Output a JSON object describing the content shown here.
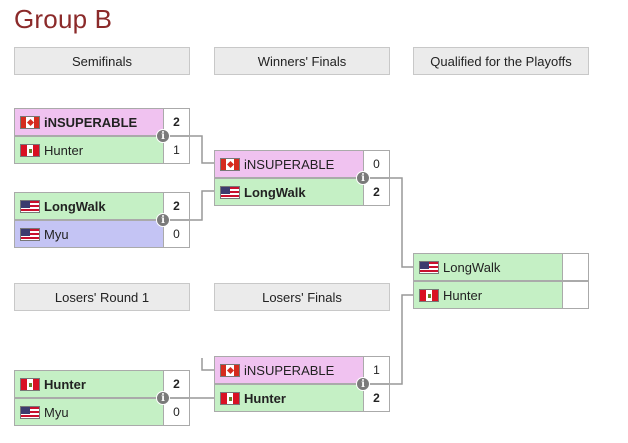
{
  "title": "Group B",
  "rounds": {
    "semifinals": "Semifinals",
    "winners_finals": "Winners' Finals",
    "qualified": "Qualified for the Playoffs",
    "losers_round1": "Losers' Round 1",
    "losers_finals": "Losers' Finals"
  },
  "matches": {
    "semi1": [
      {
        "name": "iNSUPERABLE",
        "score": "2",
        "flag": "ca",
        "winner": true,
        "color": "pink"
      },
      {
        "name": "Hunter",
        "score": "1",
        "flag": "pe",
        "winner": false,
        "color": "green"
      }
    ],
    "semi2": [
      {
        "name": "LongWalk",
        "score": "2",
        "flag": "us",
        "winner": true,
        "color": "green"
      },
      {
        "name": "Myu",
        "score": "0",
        "flag": "us",
        "winner": false,
        "color": "blue"
      }
    ],
    "winners_final": [
      {
        "name": "iNSUPERABLE",
        "score": "0",
        "flag": "ca",
        "winner": false,
        "color": "pink"
      },
      {
        "name": "LongWalk",
        "score": "2",
        "flag": "us",
        "winner": true,
        "color": "green"
      }
    ],
    "qualified": [
      {
        "name": "LongWalk",
        "score": "",
        "flag": "us",
        "winner": false,
        "color": "green"
      },
      {
        "name": "Hunter",
        "score": "",
        "flag": "pe",
        "winner": false,
        "color": "green"
      }
    ],
    "losers_r1": [
      {
        "name": "Hunter",
        "score": "2",
        "flag": "pe",
        "winner": true,
        "color": "green"
      },
      {
        "name": "Myu",
        "score": "0",
        "flag": "us",
        "winner": false,
        "color": "green"
      }
    ],
    "losers_final": [
      {
        "name": "iNSUPERABLE",
        "score": "1",
        "flag": "ca",
        "winner": false,
        "color": "pink"
      },
      {
        "name": "Hunter",
        "score": "2",
        "flag": "pe",
        "winner": true,
        "color": "green"
      }
    ]
  },
  "info_icon": "i"
}
